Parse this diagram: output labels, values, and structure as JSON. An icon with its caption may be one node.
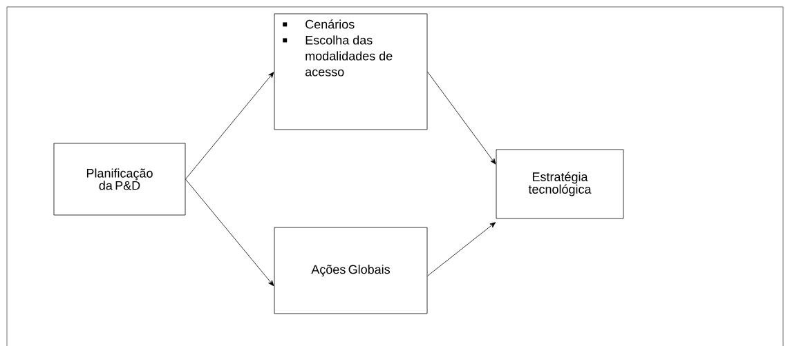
{
  "diagram": {
    "nodes": [
      {
        "text": [
          "Planificação da P&D"
        ]
      },
      {
        "text": [
          "Cenários",
          "Escolha das modalidades de acesso"
        ]
      },
      {
        "text": [
          "Ações Globais"
        ]
      },
      {
        "text": [
          "Estratégia tecnológica"
        ]
      }
    ],
    "edges": [
      {
        "from": 0,
        "to": 1,
        "arrow": "to"
      },
      {
        "from": 0,
        "to": 2,
        "arrow": "to"
      },
      {
        "from": 1,
        "to": 3,
        "arrow": "to"
      },
      {
        "from": 2,
        "to": 3,
        "arrow": "to"
      }
    ]
  }
}
